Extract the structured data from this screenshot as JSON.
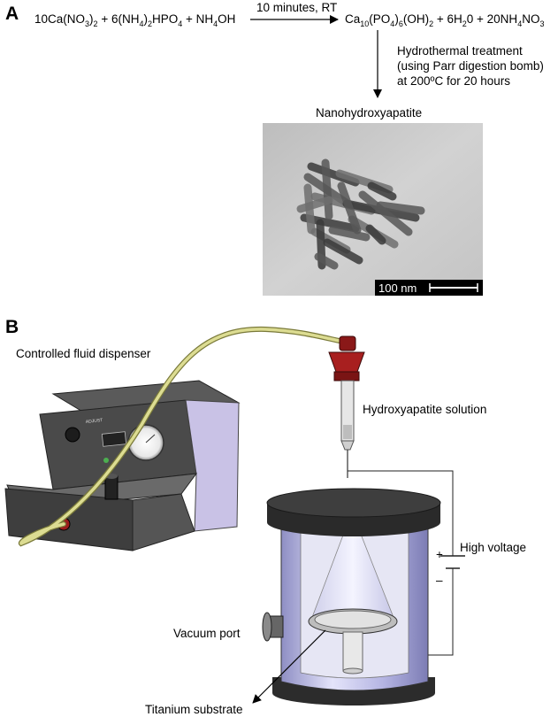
{
  "panel_a": {
    "letter": "A",
    "condition": "10 minutes, RT",
    "reactants": [
      {
        "parts": [
          [
            "10Ca(NO",
            ""
          ],
          [
            "3",
            "sub"
          ],
          [
            ")",
            ""
          ],
          [
            "2",
            "sub"
          ],
          [
            " + 6(NH",
            ""
          ],
          [
            "4",
            "sub"
          ],
          [
            ")",
            ""
          ],
          [
            "2",
            "sub"
          ],
          [
            "HPO",
            ""
          ],
          [
            "4",
            "sub"
          ],
          [
            " + NH",
            ""
          ],
          [
            "4",
            "sub"
          ],
          [
            "OH",
            ""
          ]
        ]
      }
    ],
    "products": {
      "parts": [
        [
          "Ca",
          ""
        ],
        [
          "10",
          "sub"
        ],
        [
          "(PO",
          ""
        ],
        [
          "4",
          "sub"
        ],
        [
          ")",
          ""
        ],
        [
          "6",
          "sub"
        ],
        [
          "(OH)",
          ""
        ],
        [
          "2",
          "sub"
        ],
        [
          " + 6H",
          ""
        ],
        [
          "2",
          "sub"
        ],
        [
          "0 + 20NH",
          ""
        ],
        [
          "4",
          "sub"
        ],
        [
          "NO",
          ""
        ],
        [
          "3",
          "sub"
        ]
      ]
    },
    "treatment_lines": [
      "Hydrothermal treatment",
      "(using Parr digestion bomb)",
      "at 200ºC for 20 hours"
    ],
    "product_name": "Nanohydroxyapatite",
    "scale_bar": "100 nm"
  },
  "panel_b": {
    "letter": "B",
    "labels": {
      "dispenser": "Controlled fluid dispenser",
      "solution": "Hydroxyapatite solution",
      "voltage": "High voltage",
      "plus": "+",
      "minus": "–",
      "vacuum": "Vacuum port",
      "substrate": "Titanium substrate"
    }
  },
  "colors": {
    "tube": "#d9d98a",
    "syringe_cap": "#9b1c1c",
    "chamber_body": "#b9b9e6",
    "chamber_lid": "#3a3a3a",
    "dispenser_side": "#c9c2e6",
    "dispenser_front": "#4a4a4a"
  }
}
